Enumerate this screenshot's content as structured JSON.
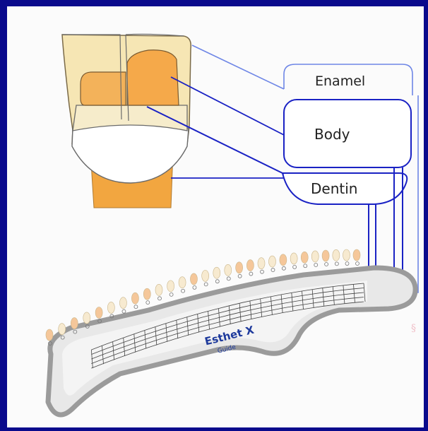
{
  "labels": {
    "enamel": "Enamel",
    "body": "Body",
    "dentin": "Dentin",
    "brand": "Esthet X",
    "brand_sub": "Guide"
  },
  "colors": {
    "background": "#0a0a8c",
    "panel": "#fbfbfb",
    "line_dark": "#1a22c4",
    "line_light": "#6e86e6",
    "dentin_orange": "#f2a640",
    "body_orange": "#f3b25a",
    "enamel_cream": "#f6e6b4",
    "guide_gray": "#9b9b9b",
    "brand_blue": "#1e3a9c"
  },
  "guide": {
    "shade_tab_count": 28
  }
}
